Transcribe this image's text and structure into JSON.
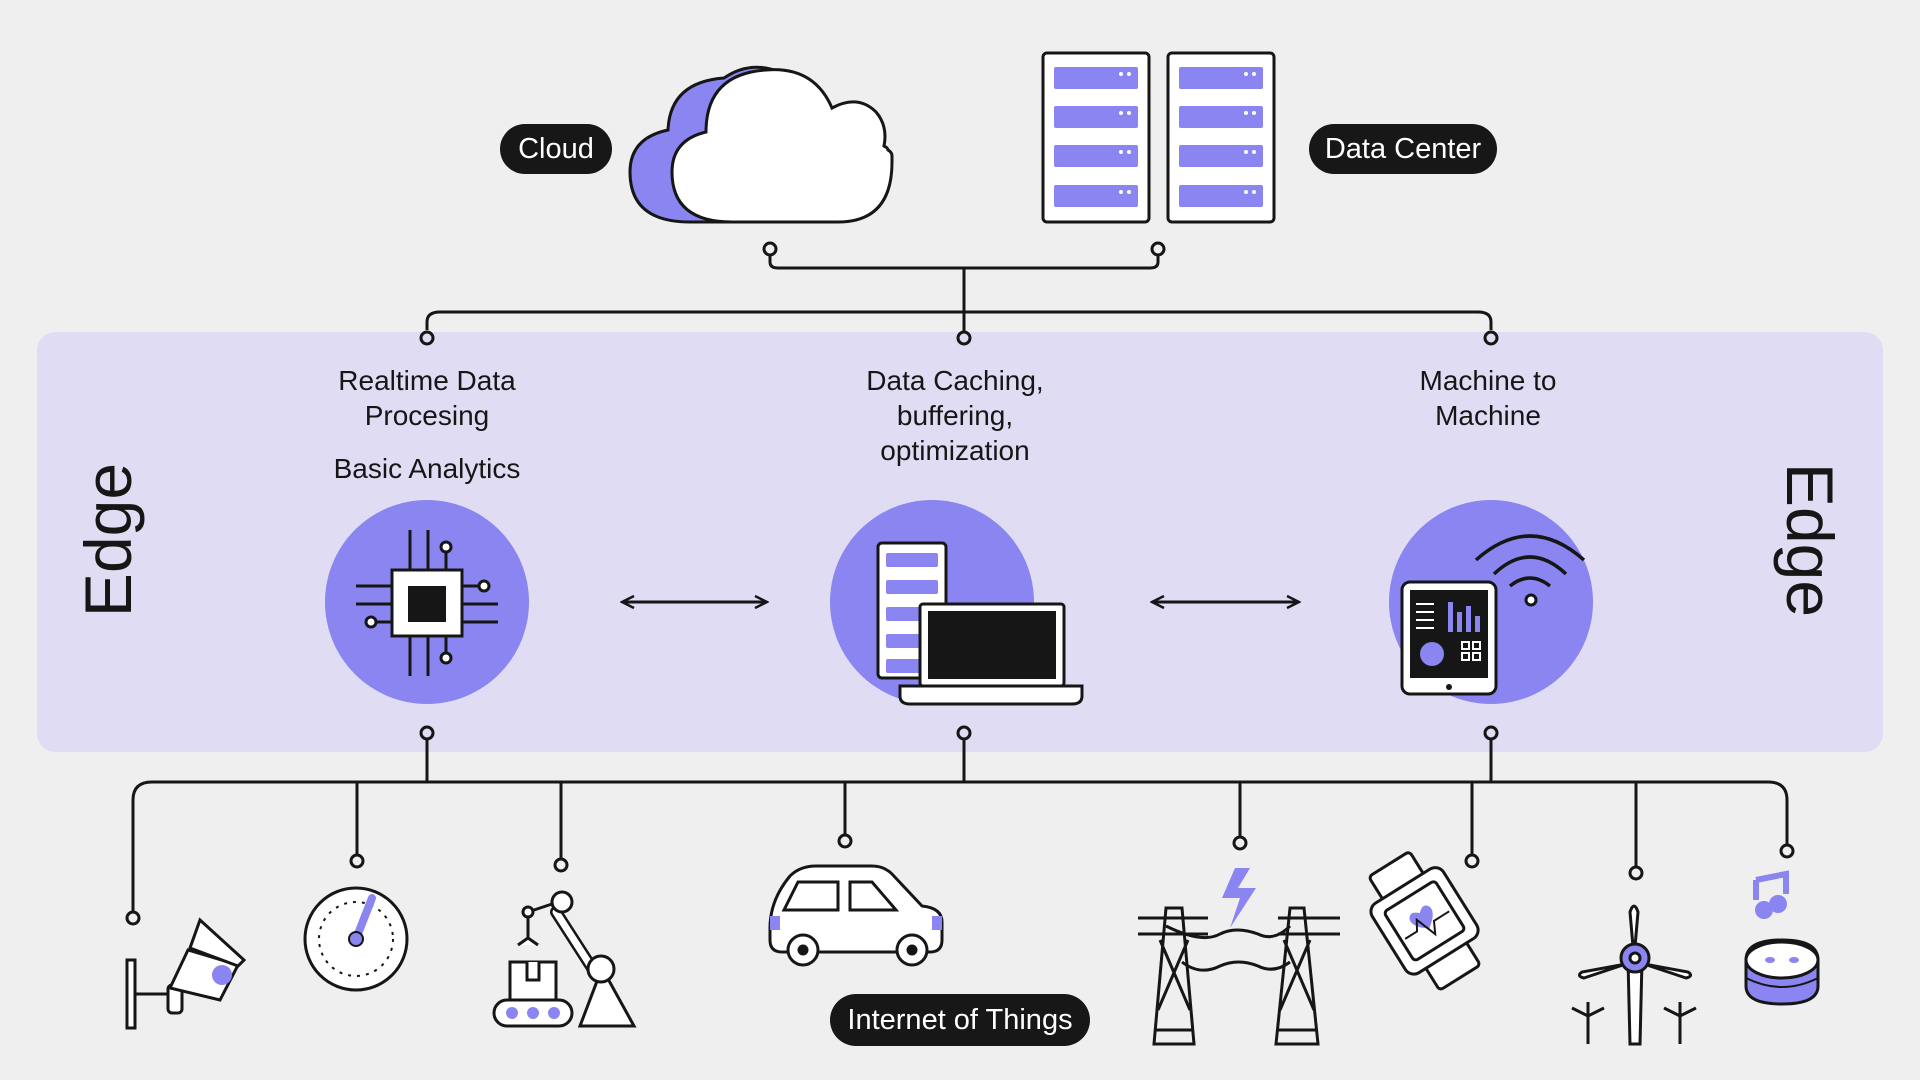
{
  "top": {
    "cloud_label": "Cloud",
    "data_center_label": "Data Center"
  },
  "edge": {
    "left_label": "Edge",
    "right_label": "Edge",
    "functions": [
      {
        "title": "Realtime Data\nProcesing",
        "subtitle": "Basic Analytics",
        "icon": "microchip-icon"
      },
      {
        "title": "Data Caching,\nbuffering,\noptimization",
        "subtitle": "",
        "icon": "server-laptop-icon"
      },
      {
        "title": "Machine to\nMachine",
        "subtitle": "",
        "icon": "tablet-wifi-icon"
      }
    ]
  },
  "iot": {
    "label": "Internet of Things",
    "devices": [
      "security-camera-icon",
      "gauge-icon",
      "robotic-arm-conveyor-icon",
      "car-icon",
      "power-tower-icon",
      "smartwatch-icon",
      "wind-turbine-icon",
      "smart-speaker-icon"
    ]
  },
  "colors": {
    "accent": "#8a85f0",
    "band": "#dfdcf3",
    "background": "#f0eff0",
    "ink": "#161616"
  }
}
